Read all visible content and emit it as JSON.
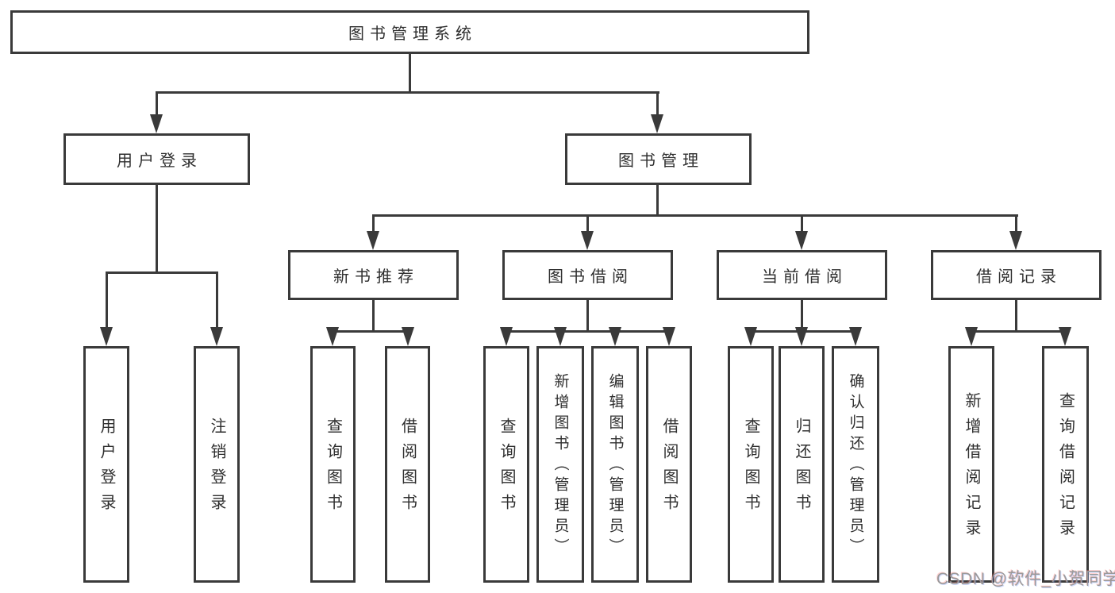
{
  "style": {
    "line_color": "#3a3a3a",
    "text_color": "#2f2f2f",
    "watermark_color": "#9a9a9a",
    "box_bg": "#ffffff"
  },
  "tree": {
    "root": "图书管理系统",
    "branches": [
      {
        "label": "用户登录",
        "leaves": [
          "用户登录",
          "注销登录"
        ]
      },
      {
        "label": "图书管理",
        "groups": [
          {
            "label": "新书推荐",
            "leaves": [
              "查询图书",
              "借阅图书"
            ]
          },
          {
            "label": "图书借阅",
            "leaves": [
              "查询图书",
              "新增图书（管理员）",
              "编辑图书（管理员）",
              "借阅图书"
            ]
          },
          {
            "label": "当前借阅",
            "leaves": [
              "查询图书",
              "归还图书",
              "确认归还（管理员）"
            ]
          },
          {
            "label": "借阅记录",
            "leaves": [
              "新增借阅记录",
              "查询借阅记录"
            ]
          }
        ]
      }
    ]
  },
  "watermark": {
    "text": "CSDN @软件_小贺同学"
  }
}
